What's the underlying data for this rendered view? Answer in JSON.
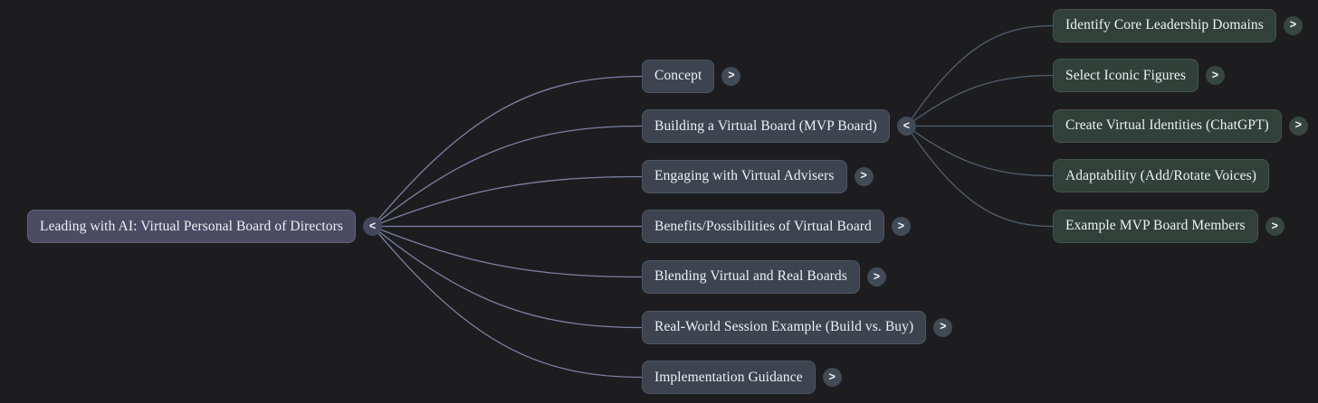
{
  "colors": {
    "background": "#1d1d20",
    "text": "#eef0f4",
    "root_fill": "#4b4c64",
    "root_border": "#60617c",
    "root_button_fill": "#45465f",
    "branch_fill": "#3d4450",
    "branch_border": "#4e5664",
    "branch_button_fill": "#414a57",
    "leaf_fill": "#31413a",
    "leaf_border": "#42554b",
    "leaf_button_fill": "#37473f",
    "link_level1": "#7c81a2",
    "link_level2": "#525f6d"
  },
  "root": {
    "label": "Leading with AI: Virtual Personal Board of Directors",
    "toggle": "<"
  },
  "branches": [
    {
      "label": "Concept",
      "toggle": ">"
    },
    {
      "label": "Building a Virtual Board (MVP Board)",
      "toggle": "<"
    },
    {
      "label": "Engaging with Virtual Advisers",
      "toggle": ">"
    },
    {
      "label": "Benefits/Possibilities of Virtual Board",
      "toggle": ">"
    },
    {
      "label": "Blending Virtual and Real Boards",
      "toggle": ">"
    },
    {
      "label": "Real-World Session Example (Build vs. Buy)",
      "toggle": ">"
    },
    {
      "label": "Implementation Guidance",
      "toggle": ">"
    }
  ],
  "subtopics": {
    "parent": "Building a Virtual Board (MVP Board)",
    "items": [
      {
        "label": "Identify Core Leadership Domains",
        "toggle": ">"
      },
      {
        "label": "Select Iconic Figures",
        "toggle": ">"
      },
      {
        "label": "Create Virtual Identities (ChatGPT)",
        "toggle": ">"
      },
      {
        "label": "Adaptability (Add/Rotate Voices)",
        "toggle": null
      },
      {
        "label": "Example MVP Board Members",
        "toggle": ">"
      }
    ]
  }
}
